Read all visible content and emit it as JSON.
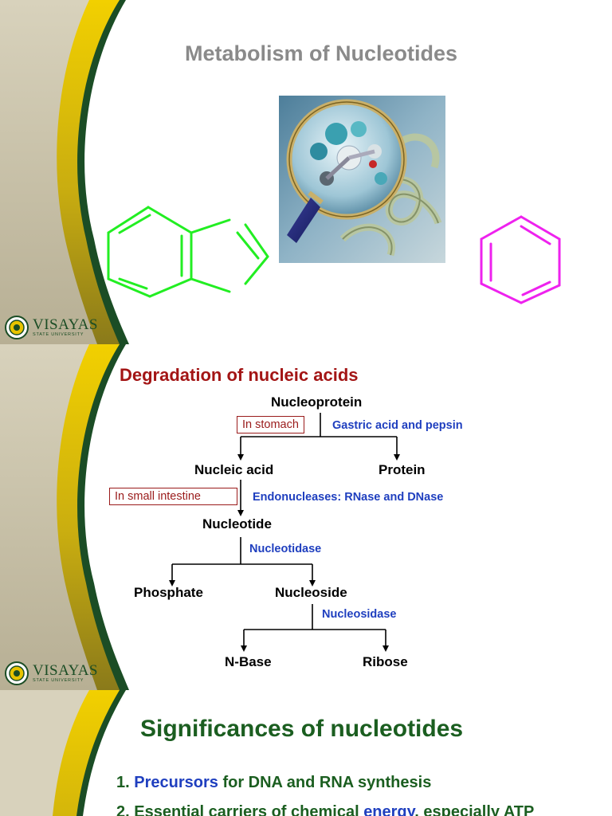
{
  "slide1": {
    "title": "Metabolism of Nucleotides",
    "image_alt": "magnifying glass over molecular model"
  },
  "logo": {
    "name": "VISAYAS",
    "subtitle": "STATE UNIVERSITY"
  },
  "slide2": {
    "title": "Degradation of nucleic acids",
    "nodes": {
      "nucleoprotein": "Nucleoprotein",
      "nucleic_acid": "Nucleic acid",
      "protein": "Protein",
      "nucleotide": "Nucleotide",
      "phosphate": "Phosphate",
      "nucleoside": "Nucleoside",
      "n_base": "N-Base",
      "ribose": "Ribose"
    },
    "locations": {
      "stomach": "In stomach",
      "small_intestine": "In small intestine"
    },
    "enzymes": {
      "gastric": "Gastric acid and pepsin",
      "endonucleases": "Endonucleases: RNase and DNase",
      "nucleotidase": "Nucleotidase",
      "nucleosidase": "Nucleosidase"
    }
  },
  "slide3": {
    "title": "Significances of nucleotides",
    "item1": {
      "number": "1.",
      "highlight": "Precursors",
      "rest": "for DNA and RNA synthesis"
    },
    "item2": {
      "number": "2.",
      "pre": "Essential carriers of chemical",
      "highlight": "energy",
      "post": ", especially ATP"
    }
  },
  "colors": {
    "accent_green": "#1b5e20",
    "accent_yellow": "#e8c400",
    "title_red": "#a31515",
    "enzyme_blue": "#1f3fbf",
    "ring_green": "#22ee22",
    "ring_magenta": "#ee22ee"
  }
}
